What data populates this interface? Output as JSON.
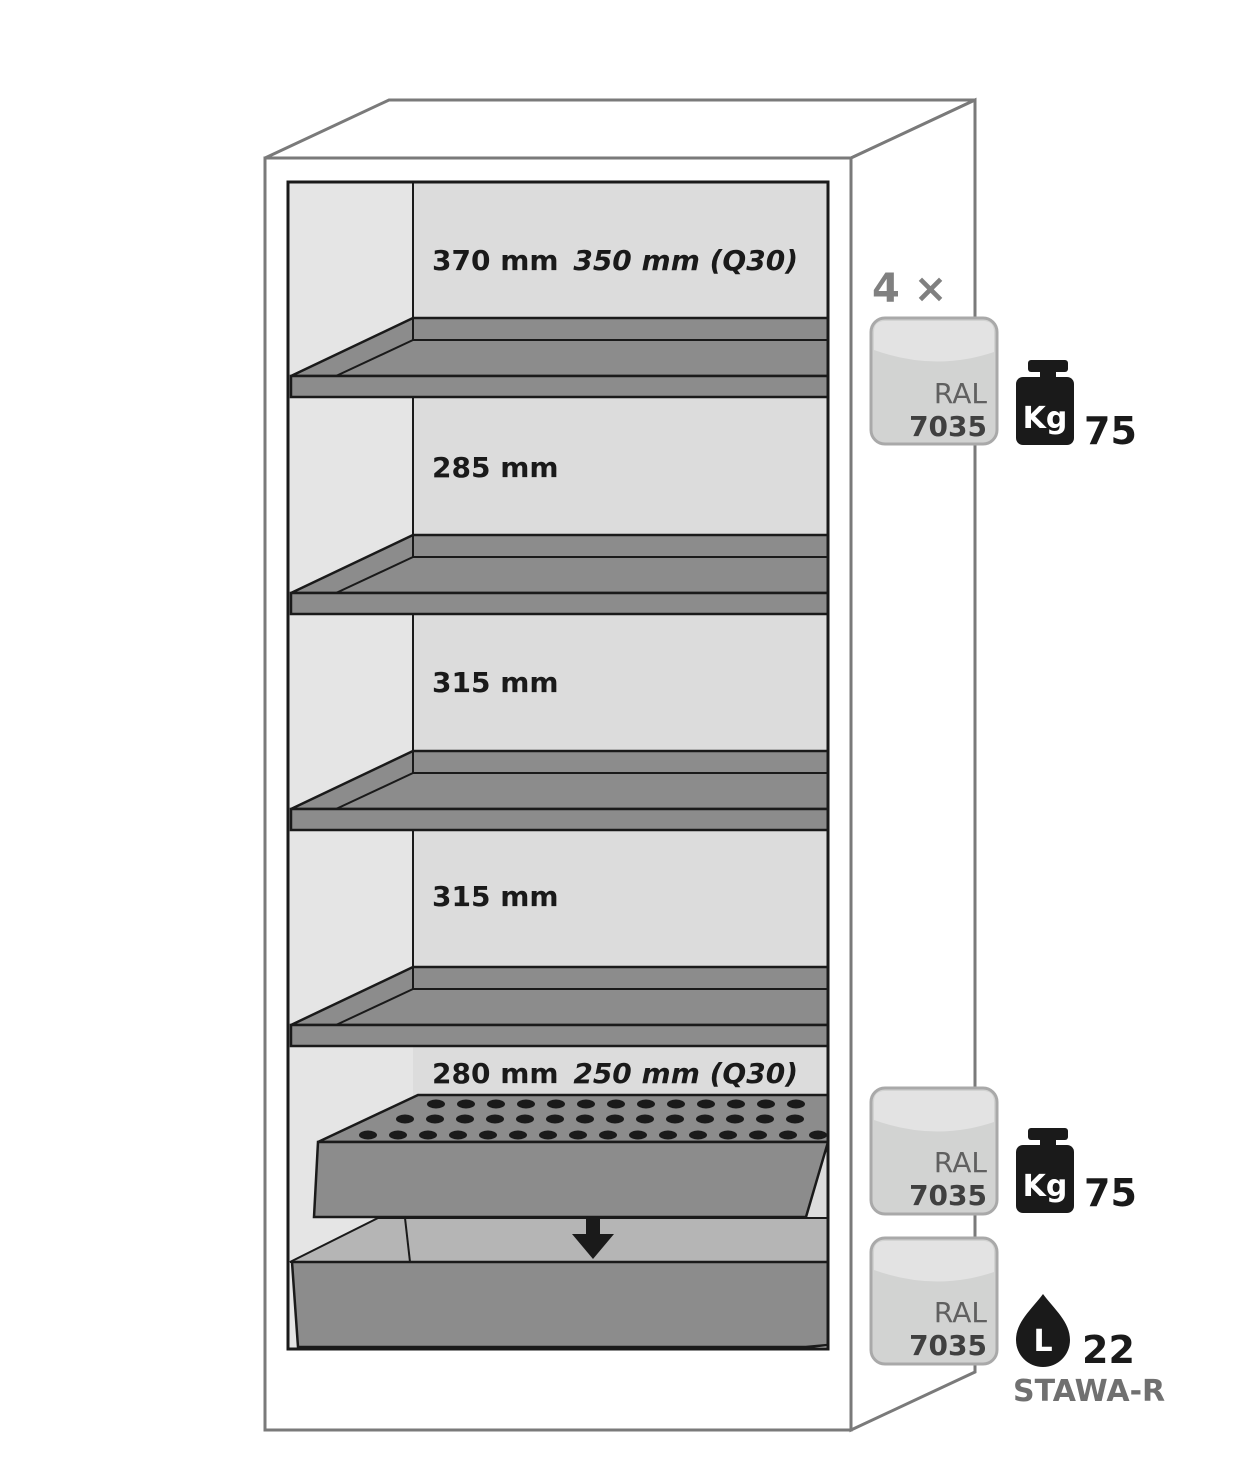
{
  "shelves": {
    "compartment_1": {
      "height_label": "370 mm",
      "alt_label": "350 mm (Q30)"
    },
    "compartment_2": {
      "height_label": "285 mm"
    },
    "compartment_3": {
      "height_label": "315 mm"
    },
    "compartment_4": {
      "height_label": "315 mm"
    },
    "compartment_5": {
      "height_label": "280 mm",
      "alt_label": "250 mm (Q30)"
    }
  },
  "legend": {
    "shelf_item": {
      "quantity": "4 ×",
      "color_code_line1": "RAL",
      "color_code_line2": "7035",
      "load_icon": "weight-kg-icon",
      "load_icon_text": "Kg",
      "load_value": "75"
    },
    "perforated_insert_item": {
      "color_code_line1": "RAL",
      "color_code_line2": "7035",
      "load_icon": "weight-kg-icon",
      "load_icon_text": "Kg",
      "load_value": "75"
    },
    "sump_item": {
      "color_code_line1": "RAL",
      "color_code_line2": "7035",
      "volume_icon": "liquid-drop-icon",
      "volume_icon_text": "L",
      "volume_value": "22",
      "certification": "STAWA-R"
    }
  },
  "colors": {
    "cabinet_outline": "#7a7a7a",
    "interior_back": "#dcdcdc",
    "shelf_fill": "#8c8c8c",
    "ral_7035": "#d2d3d2",
    "icon_black": "#1a1a1a"
  }
}
